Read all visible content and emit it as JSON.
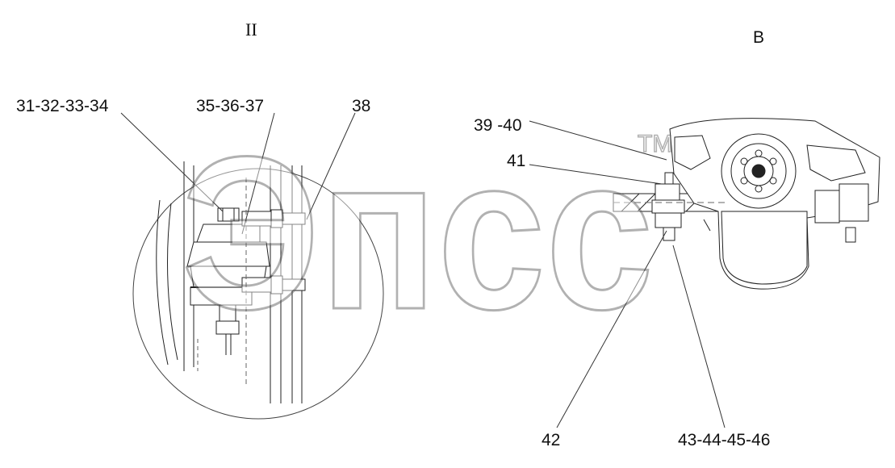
{
  "views": {
    "detail_title": "II",
    "view_title": "B"
  },
  "callouts": {
    "c1": "31-32-33-34",
    "c2": "35-36-37",
    "c3": "38",
    "c4": "39 -40",
    "c5": "41",
    "c6": "42",
    "c7": "43-44-45-46"
  },
  "watermark": {
    "text": "Эпсс",
    "trademark": "TM"
  }
}
